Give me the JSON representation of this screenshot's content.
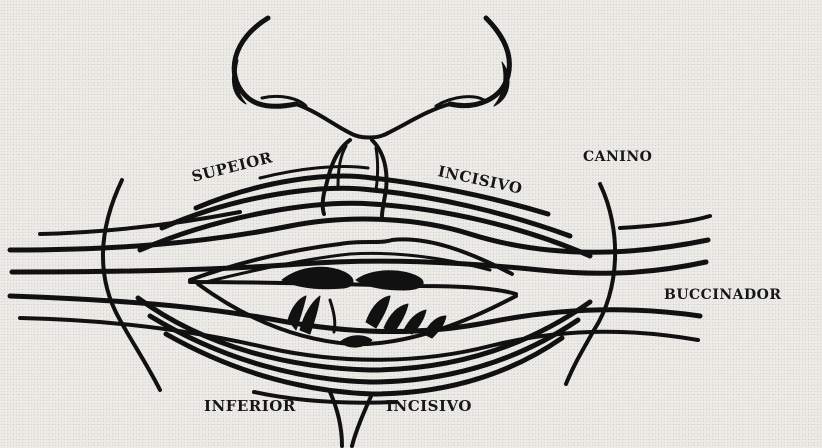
{
  "labels": {
    "upper_left": "SUPEIOR",
    "upper_right": "INCISIVO",
    "canino": "CANINO",
    "buccinador": "BUCCINADOR",
    "lower_left": "INFERIOR",
    "lower_right": "INCISIVO"
  },
  "colors": {
    "ink": "#111111",
    "paper": "#ecebe6"
  }
}
